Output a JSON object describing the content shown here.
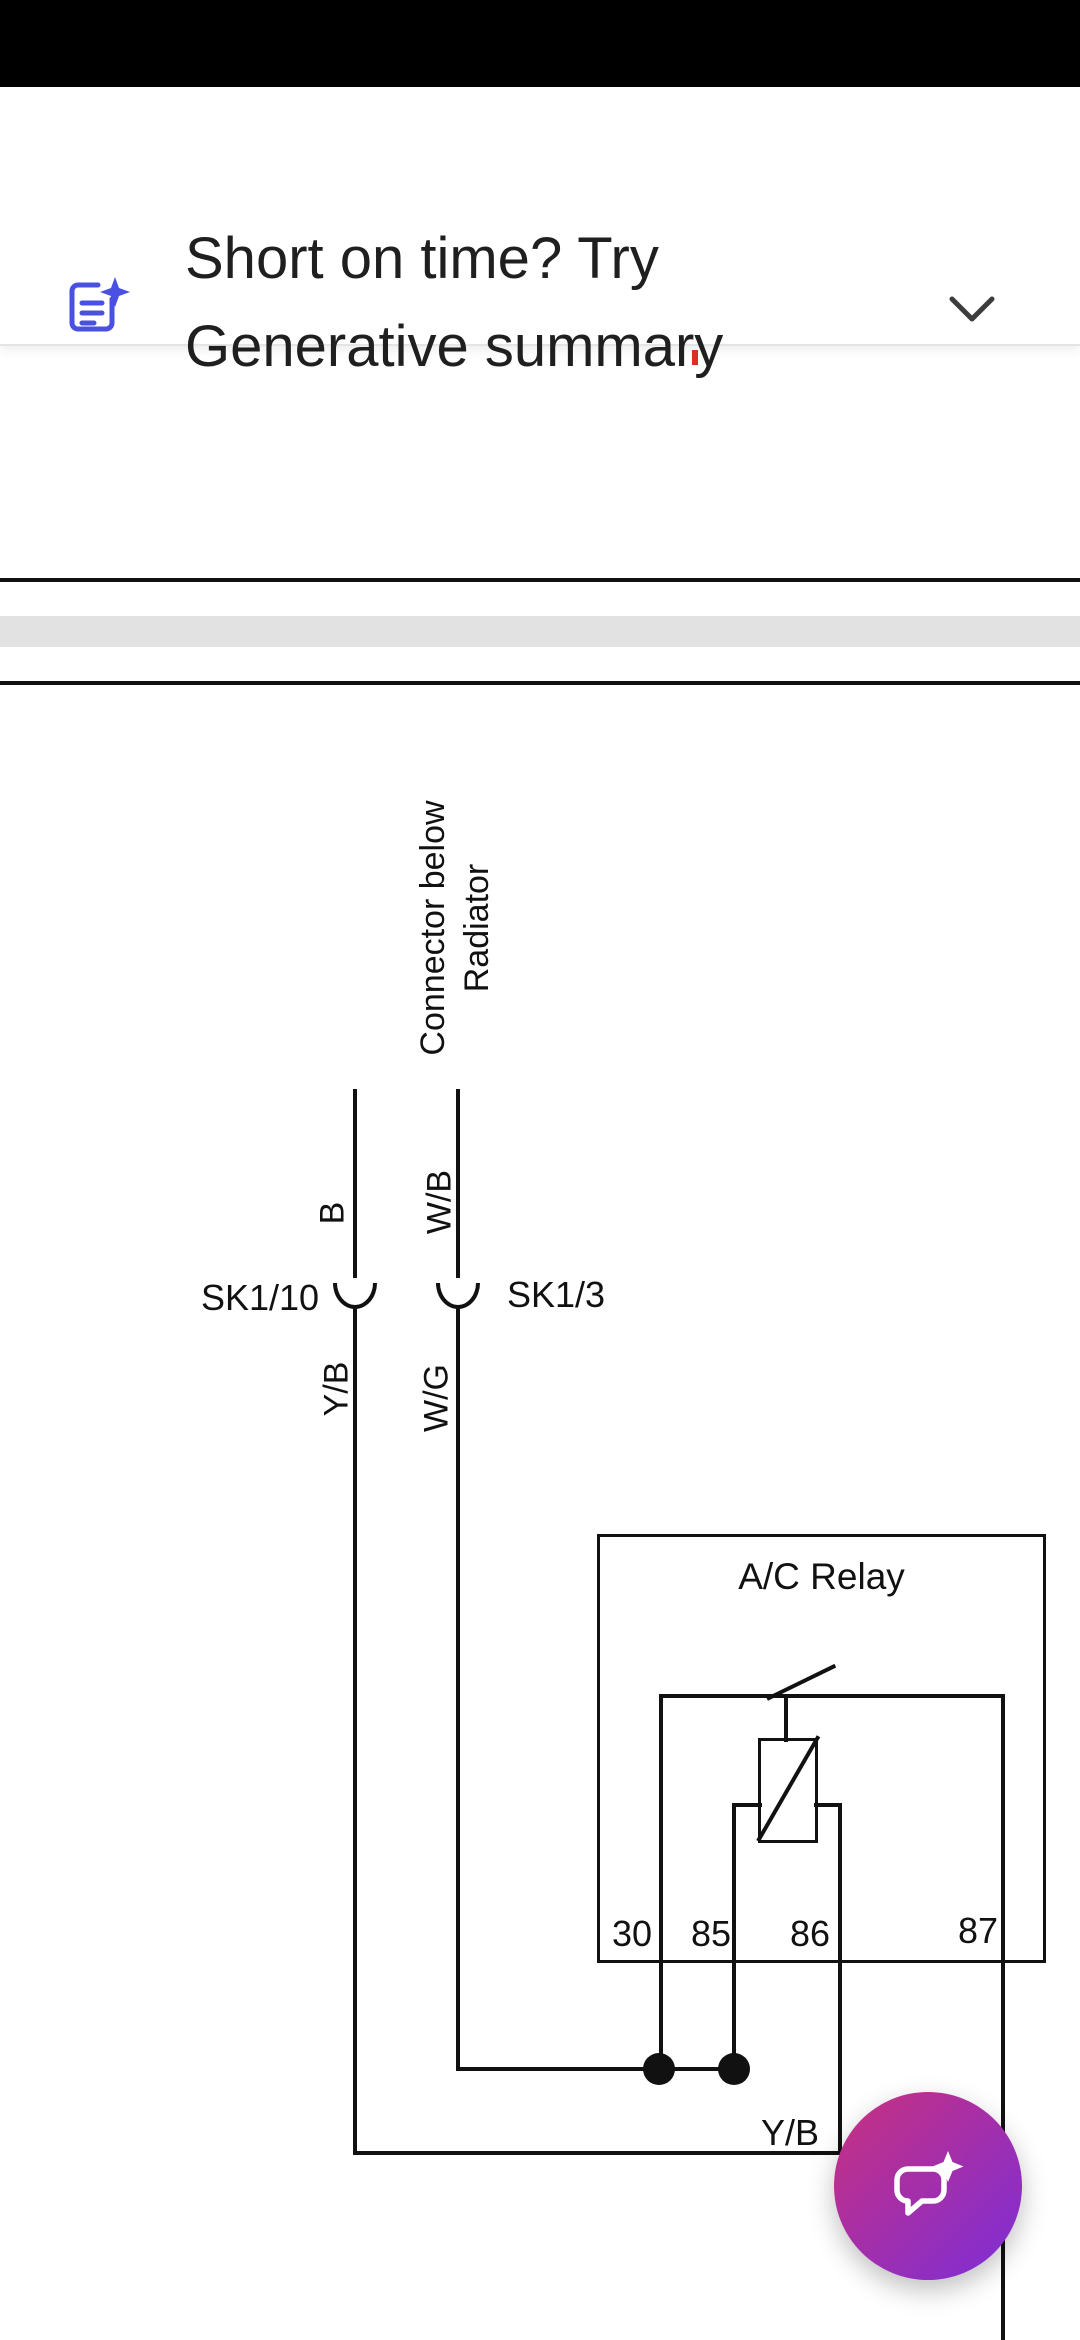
{
  "colors": {
    "accent": "#4a50e2",
    "banner_text": "#1f1f1f",
    "ink": "#111111",
    "page_gap": "#e2e2e2",
    "marker_red": "#d93025",
    "fab_grad_1": "#c9307e",
    "fab_grad_2": "#7c2ed8"
  },
  "icons": {
    "banner": "generative-summary-icon",
    "banner_chevron": "chevron-down-icon",
    "fab": "ai-assistant-chat-sparkle-icon"
  },
  "banner": {
    "title_line1": "Short on time? Try",
    "title_line2": "Generative summary"
  },
  "diagram": {
    "connector_label": {
      "line1": "Connector below",
      "line2": "Radiator"
    },
    "labels": {
      "wire_left_top": "B",
      "wire_right_top": "W/B",
      "wire_left_bottom": "Y/B",
      "wire_right_bottom": "W/G",
      "connector_left": "SK1/10",
      "connector_right": "SK1/3",
      "bottom_wire": "Y/B"
    },
    "relay": {
      "title": "A/C Relay",
      "pins": [
        "30",
        "85",
        "86",
        "87"
      ]
    }
  }
}
